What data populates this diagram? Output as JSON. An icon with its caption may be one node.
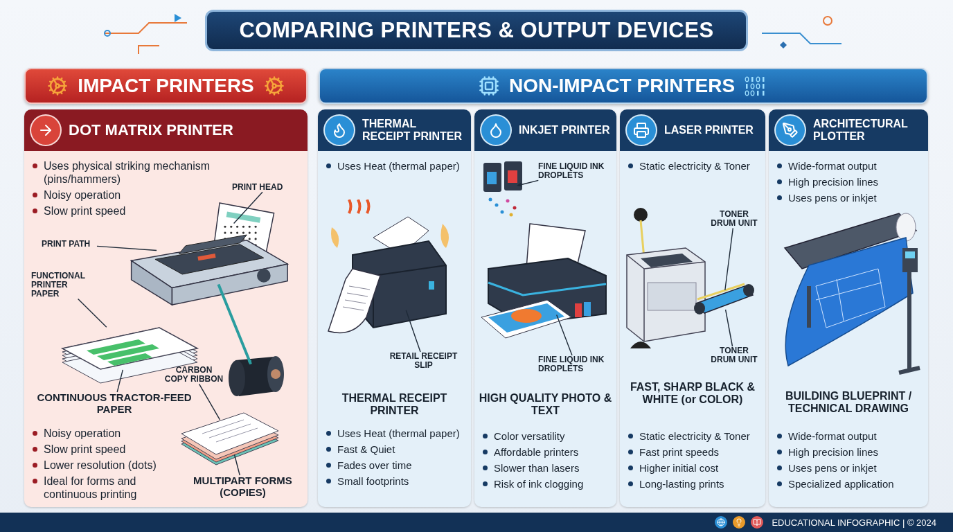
{
  "diagram": {
    "nodes": [
      {
        "text": [
          "COMPARING PRINTERS & OUTPUT DEVICES"
        ]
      },
      {
        "text": [
          "IMPACT PRINTERS"
        ]
      },
      {
        "text": [
          "NON-IMPACT PRINTERS"
        ]
      },
      {
        "text": [
          "DOT MATRIX PRINTER",
          "Uses physical striking mechanism (pins/hammers)",
          "Noisy operation",
          "Slow print speed",
          "Noisy operation",
          "Slow print speed",
          "Lower resolution (dots)",
          "Ideal for forms and continuous printing"
        ]
      },
      {
        "text": [],
        "shape": "picture",
        "in": 3
      },
      {
        "text": [],
        "shape": "picture",
        "in": 3
      },
      {
        "text": [],
        "shape": "picture",
        "in": 3
      },
      {
        "text": [],
        "shape": "picture",
        "in": 3
      },
      {
        "text": [
          "PRINT HEAD"
        ],
        "in": 3
      },
      {
        "text": [
          "PRINT PATH"
        ],
        "in": 3
      },
      {
        "text": [
          "FUNCTIONAL PRINTER PAPER"
        ],
        "in": 3
      },
      {
        "text": [
          "CONTINUOUS TRACTOR-FEED PAPER"
        ],
        "in": 3
      },
      {
        "text": [
          "CARBON COPY RIBBON"
        ],
        "in": 3
      },
      {
        "text": [
          "MULTIPART FORMS (COPIES)"
        ],
        "in": 3
      },
      {
        "text": [
          "THERMAL RECEIPT PRINTER",
          "Uses Heat (thermal paper)",
          "THERMAL RECEIPT PRINTER",
          "Uses Heat (thermal paper)",
          "Fast & Quiet",
          "Fades over time",
          "Small footprints"
        ]
      },
      {
        "text": [],
        "shape": "picture",
        "in": 14
      },
      {
        "text": [
          "RETAIL RECEIPT SLIP"
        ],
        "in": 14
      },
      {
        "text": [
          "INKJET PRINTER",
          "HIGH QUALITY PHOTO & TEXT",
          "Color versatility",
          "Affordable printers",
          "Slower than lasers",
          "Risk of ink clogging"
        ]
      },
      {
        "text": [],
        "shape": "picture",
        "in": 17
      },
      {
        "text": [],
        "shape": "picture",
        "in": 17
      },
      {
        "text": [
          "FINE LIQUID INK DROPLETS"
        ],
        "in": 17
      },
      {
        "text": [
          "FINE LIQUID INK DROPLETS"
        ],
        "in": 17
      },
      {
        "text": [
          "LASER PRINTER",
          "Static electricity & Toner",
          "FAST, SHARP BLACK & WHITE (or COLOR)",
          "Static electricity & Toner",
          "Fast print speeds",
          "Higher initial cost",
          "Long-lasting prints"
        ]
      },
      {
        "text": [],
        "shape": "picture",
        "in": 22
      },
      {
        "text": [],
        "shape": "picture",
        "in": 22
      },
      {
        "text": [
          "TONER DRUM UNIT"
        ],
        "in": 22
      },
      {
        "text": [
          "TONER DRUM UNIT"
        ],
        "in": 22
      },
      {
        "text": [
          "ARCHITECTURAL PLOTTER",
          "Wide-format output",
          "High precision lines",
          "Uses pens or inkjet",
          "BUILDING BLUEPRINT / TECHNICAL DRAWING",
          "Wide-format output",
          "High precision lines",
          "Uses pens or inkjet",
          "Specialized application"
        ]
      },
      {
        "text": [],
        "shape": "picture",
        "in": 27
      }
    ],
    "edges": [
      {
        "from": 8,
        "to": 4,
        "arrow": "none"
      },
      {
        "from": 9,
        "to": 4,
        "arrow": "none"
      },
      {
        "from": 10,
        "to": 5,
        "arrow": "none"
      },
      {
        "from": 11,
        "to": 5,
        "arrow": "none"
      },
      {
        "from": 12,
        "to": 7,
        "arrow": "none"
      },
      {
        "from": 13,
        "to": 7,
        "arrow": "none"
      },
      {
        "from": 4,
        "to": 6,
        "arrow": "to",
        "style": "thick",
        "color": "#2a9d9f"
      },
      {
        "from": 16,
        "to": 15,
        "arrow": "none"
      },
      {
        "from": 20,
        "to": 18,
        "arrow": "to"
      },
      {
        "from": 21,
        "to": 19,
        "arrow": "none"
      },
      {
        "from": 25,
        "to": 24,
        "arrow": "none"
      },
      {
        "from": 26,
        "to": 24,
        "arrow": "none"
      }
    ],
    "labels": [
      "EDUCATIONAL INFOGRAPHIC | © 2024"
    ]
  }
}
